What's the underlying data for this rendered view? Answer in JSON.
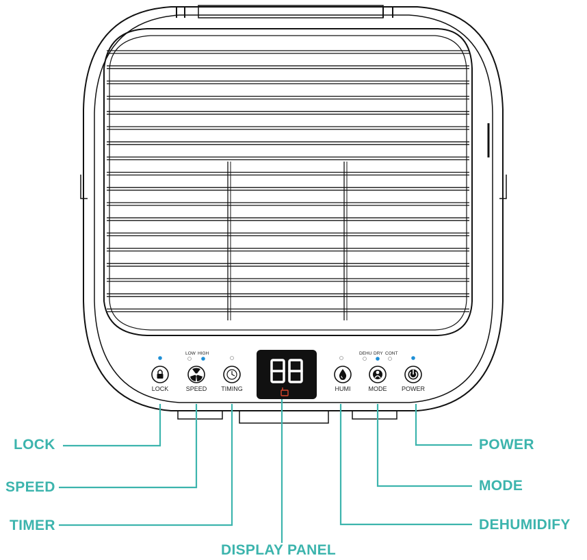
{
  "colors": {
    "callout": "#3cb4ad",
    "indicator_on": "#1e8fd6",
    "display_bg": "#111111",
    "display_digit": "#ffffff",
    "display_icon": "#d9462b",
    "outline": "#111111"
  },
  "buttons": {
    "lock": {
      "label": "LOCK",
      "icon": "lock-icon"
    },
    "speed": {
      "label": "SPEED",
      "icon": "fan-icon"
    },
    "timing": {
      "label": "TIMING",
      "icon": "clock-icon"
    },
    "humi": {
      "label": "HUMI",
      "icon": "water-drop-icon"
    },
    "mode": {
      "label": "MODE",
      "icon": "mode-icon"
    },
    "power": {
      "label": "POWER",
      "icon": "power-icon"
    }
  },
  "indicators": {
    "speed_low": "LOW",
    "speed_high": "HIGH",
    "mode_dehu": "DEHU",
    "mode_dry": "DRY",
    "mode_cont": "CONT"
  },
  "display": {
    "digits": "88",
    "icon": "tank-full-icon"
  },
  "callouts": {
    "lock": "LOCK",
    "speed": "SPEED",
    "timer": "TIMER",
    "display_panel": "DISPLAY PANEL",
    "power": "POWER",
    "mode": "MODE",
    "dehumidify": "DEHUMIDIFY"
  }
}
